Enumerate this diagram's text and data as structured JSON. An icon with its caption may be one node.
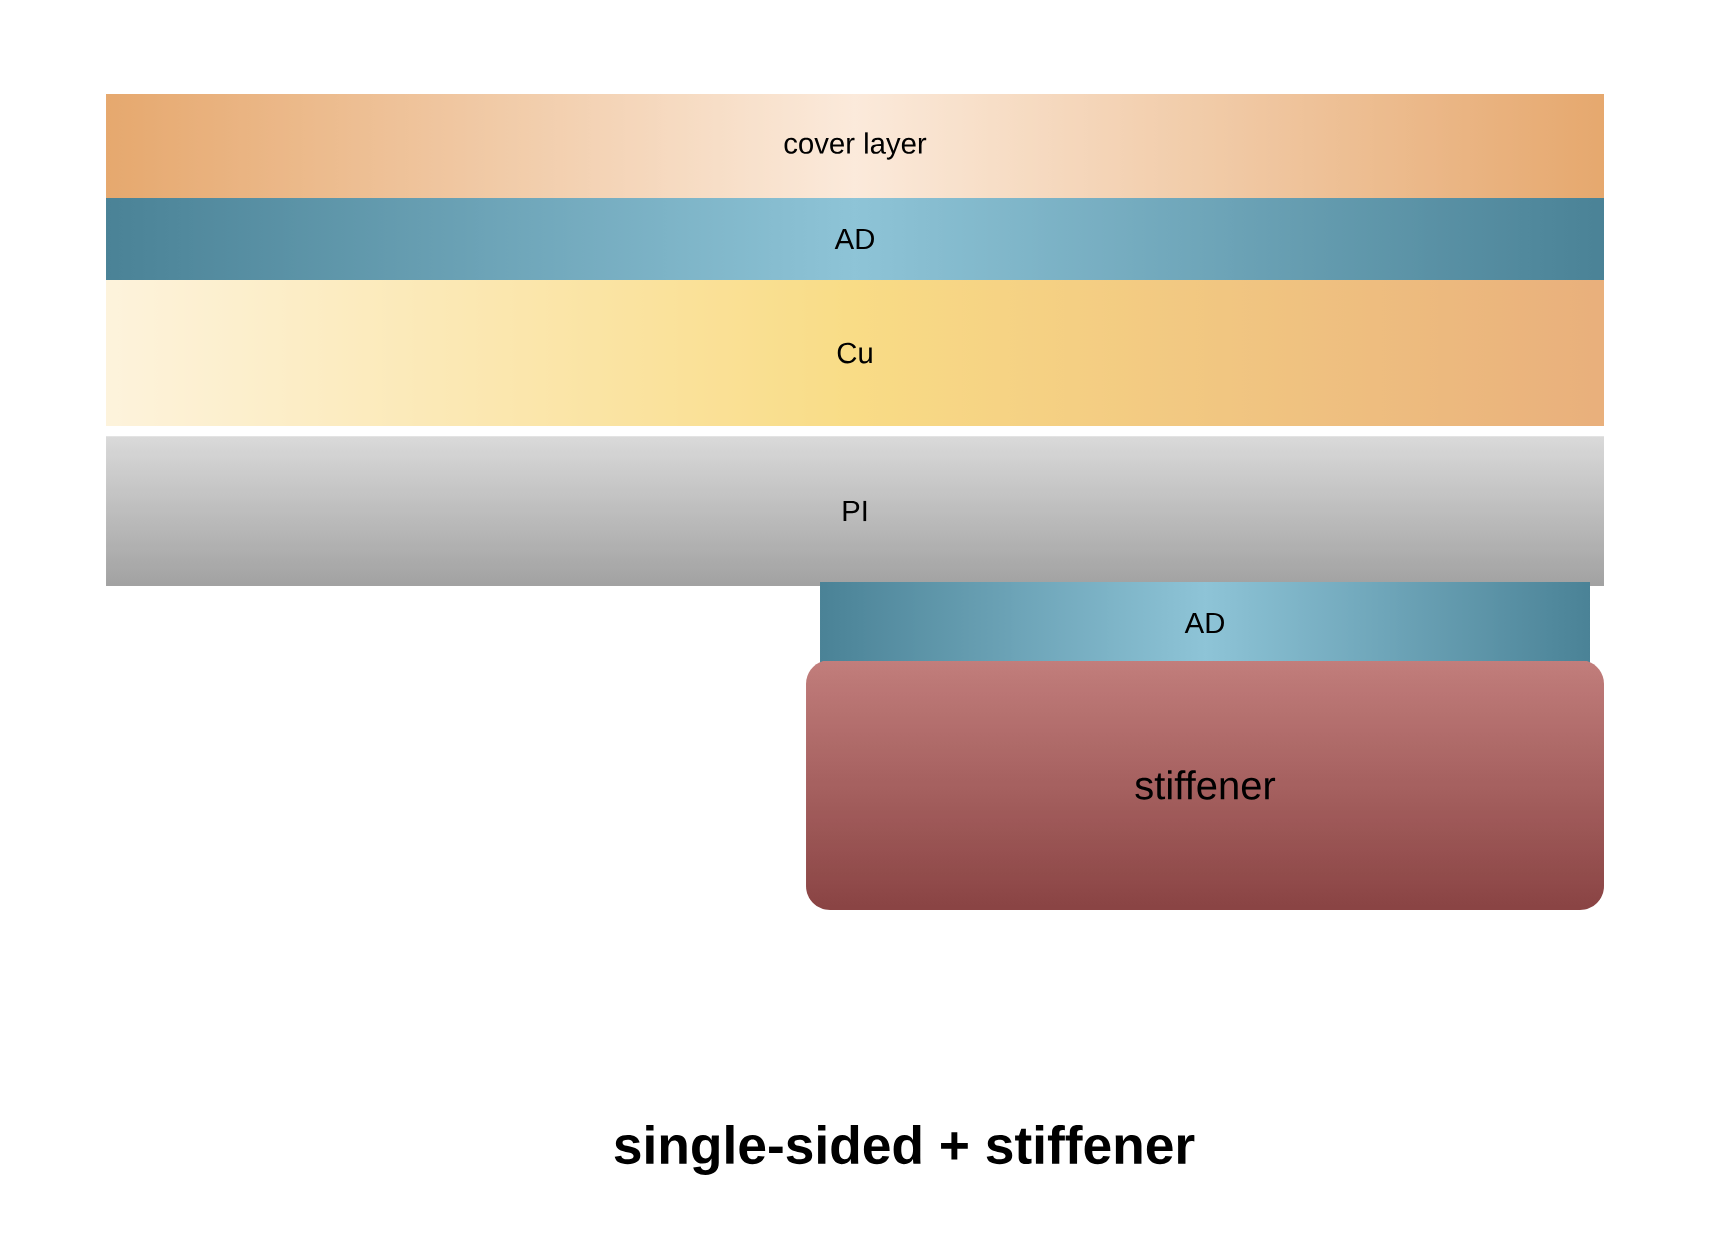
{
  "diagram": {
    "title": "single-sided + stiffener",
    "nodes": [
      {
        "text": [
          "cover layer"
        ]
      },
      {
        "text": [
          "AD"
        ]
      },
      {
        "text": [
          "Cu"
        ]
      },
      {
        "text": [
          "PI"
        ]
      },
      {
        "text": [
          "AD"
        ]
      },
      {
        "text": [
          "stiffener"
        ]
      }
    ]
  }
}
